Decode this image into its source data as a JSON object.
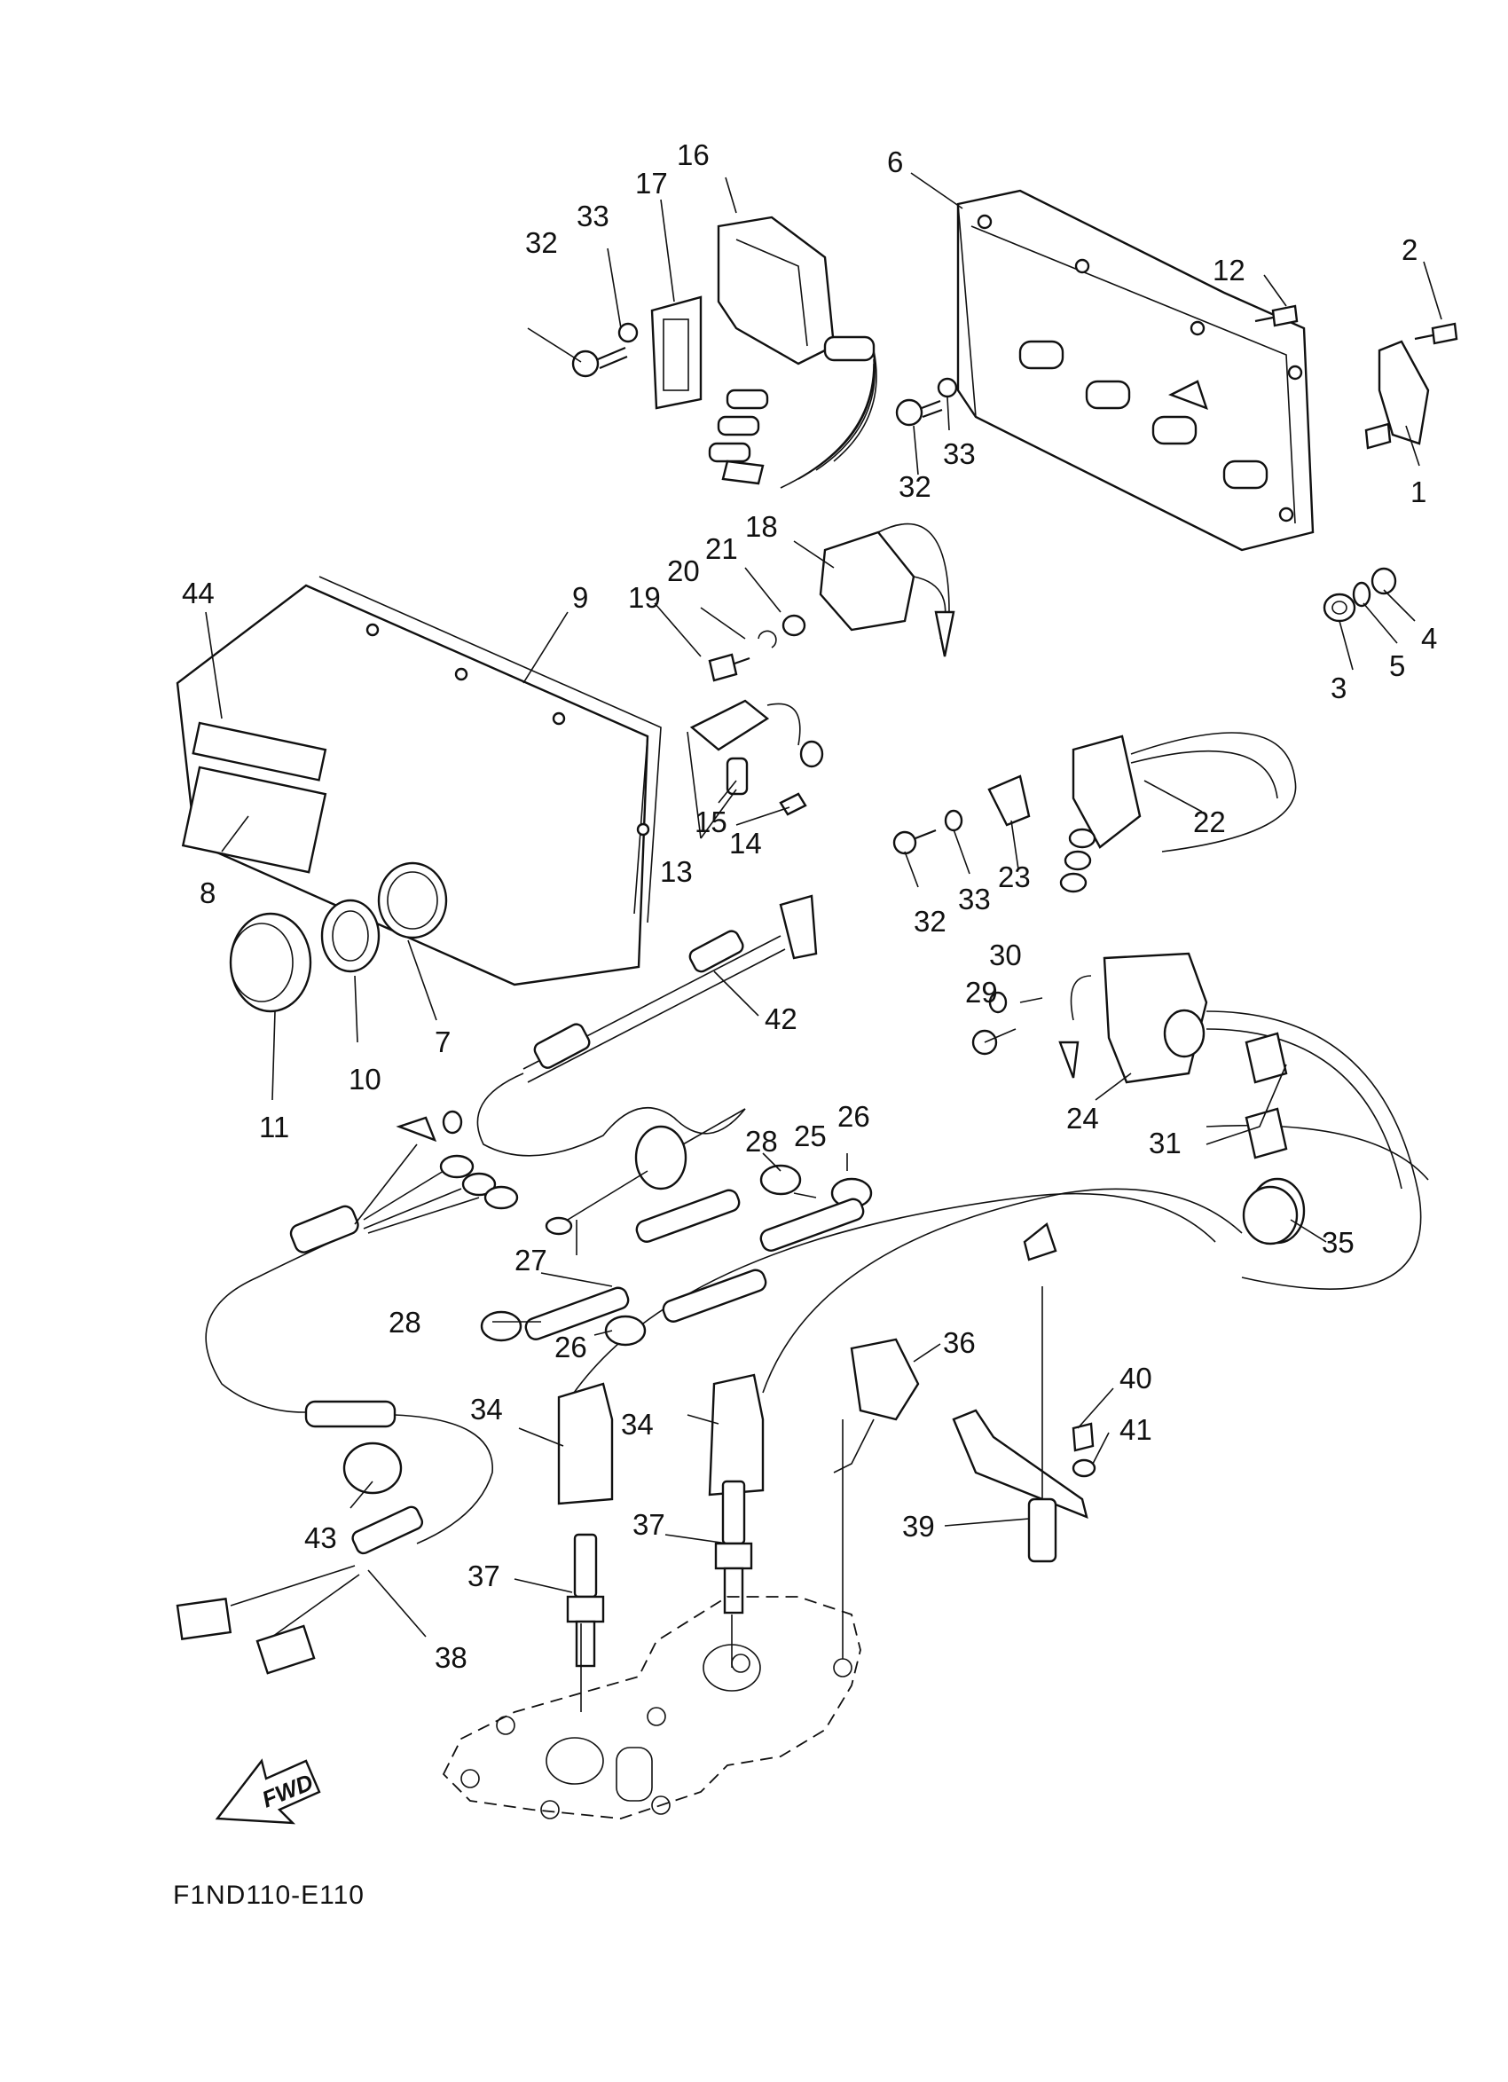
{
  "diagram": {
    "code": "F1ND110-E110",
    "fwd_label": "FWD",
    "callouts": [
      "1",
      "2",
      "3",
      "4",
      "5",
      "6",
      "7",
      "8",
      "9",
      "10",
      "11",
      "12",
      "13",
      "14",
      "15",
      "16",
      "17",
      "18",
      "19",
      "20",
      "21",
      "22",
      "23",
      "24",
      "25",
      "26",
      "26",
      "27",
      "28",
      "28",
      "29",
      "30",
      "31",
      "32",
      "32",
      "32",
      "33",
      "33",
      "33",
      "34",
      "34",
      "35",
      "36",
      "37",
      "37",
      "38",
      "39",
      "40",
      "41",
      "42",
      "43",
      "44"
    ]
  }
}
